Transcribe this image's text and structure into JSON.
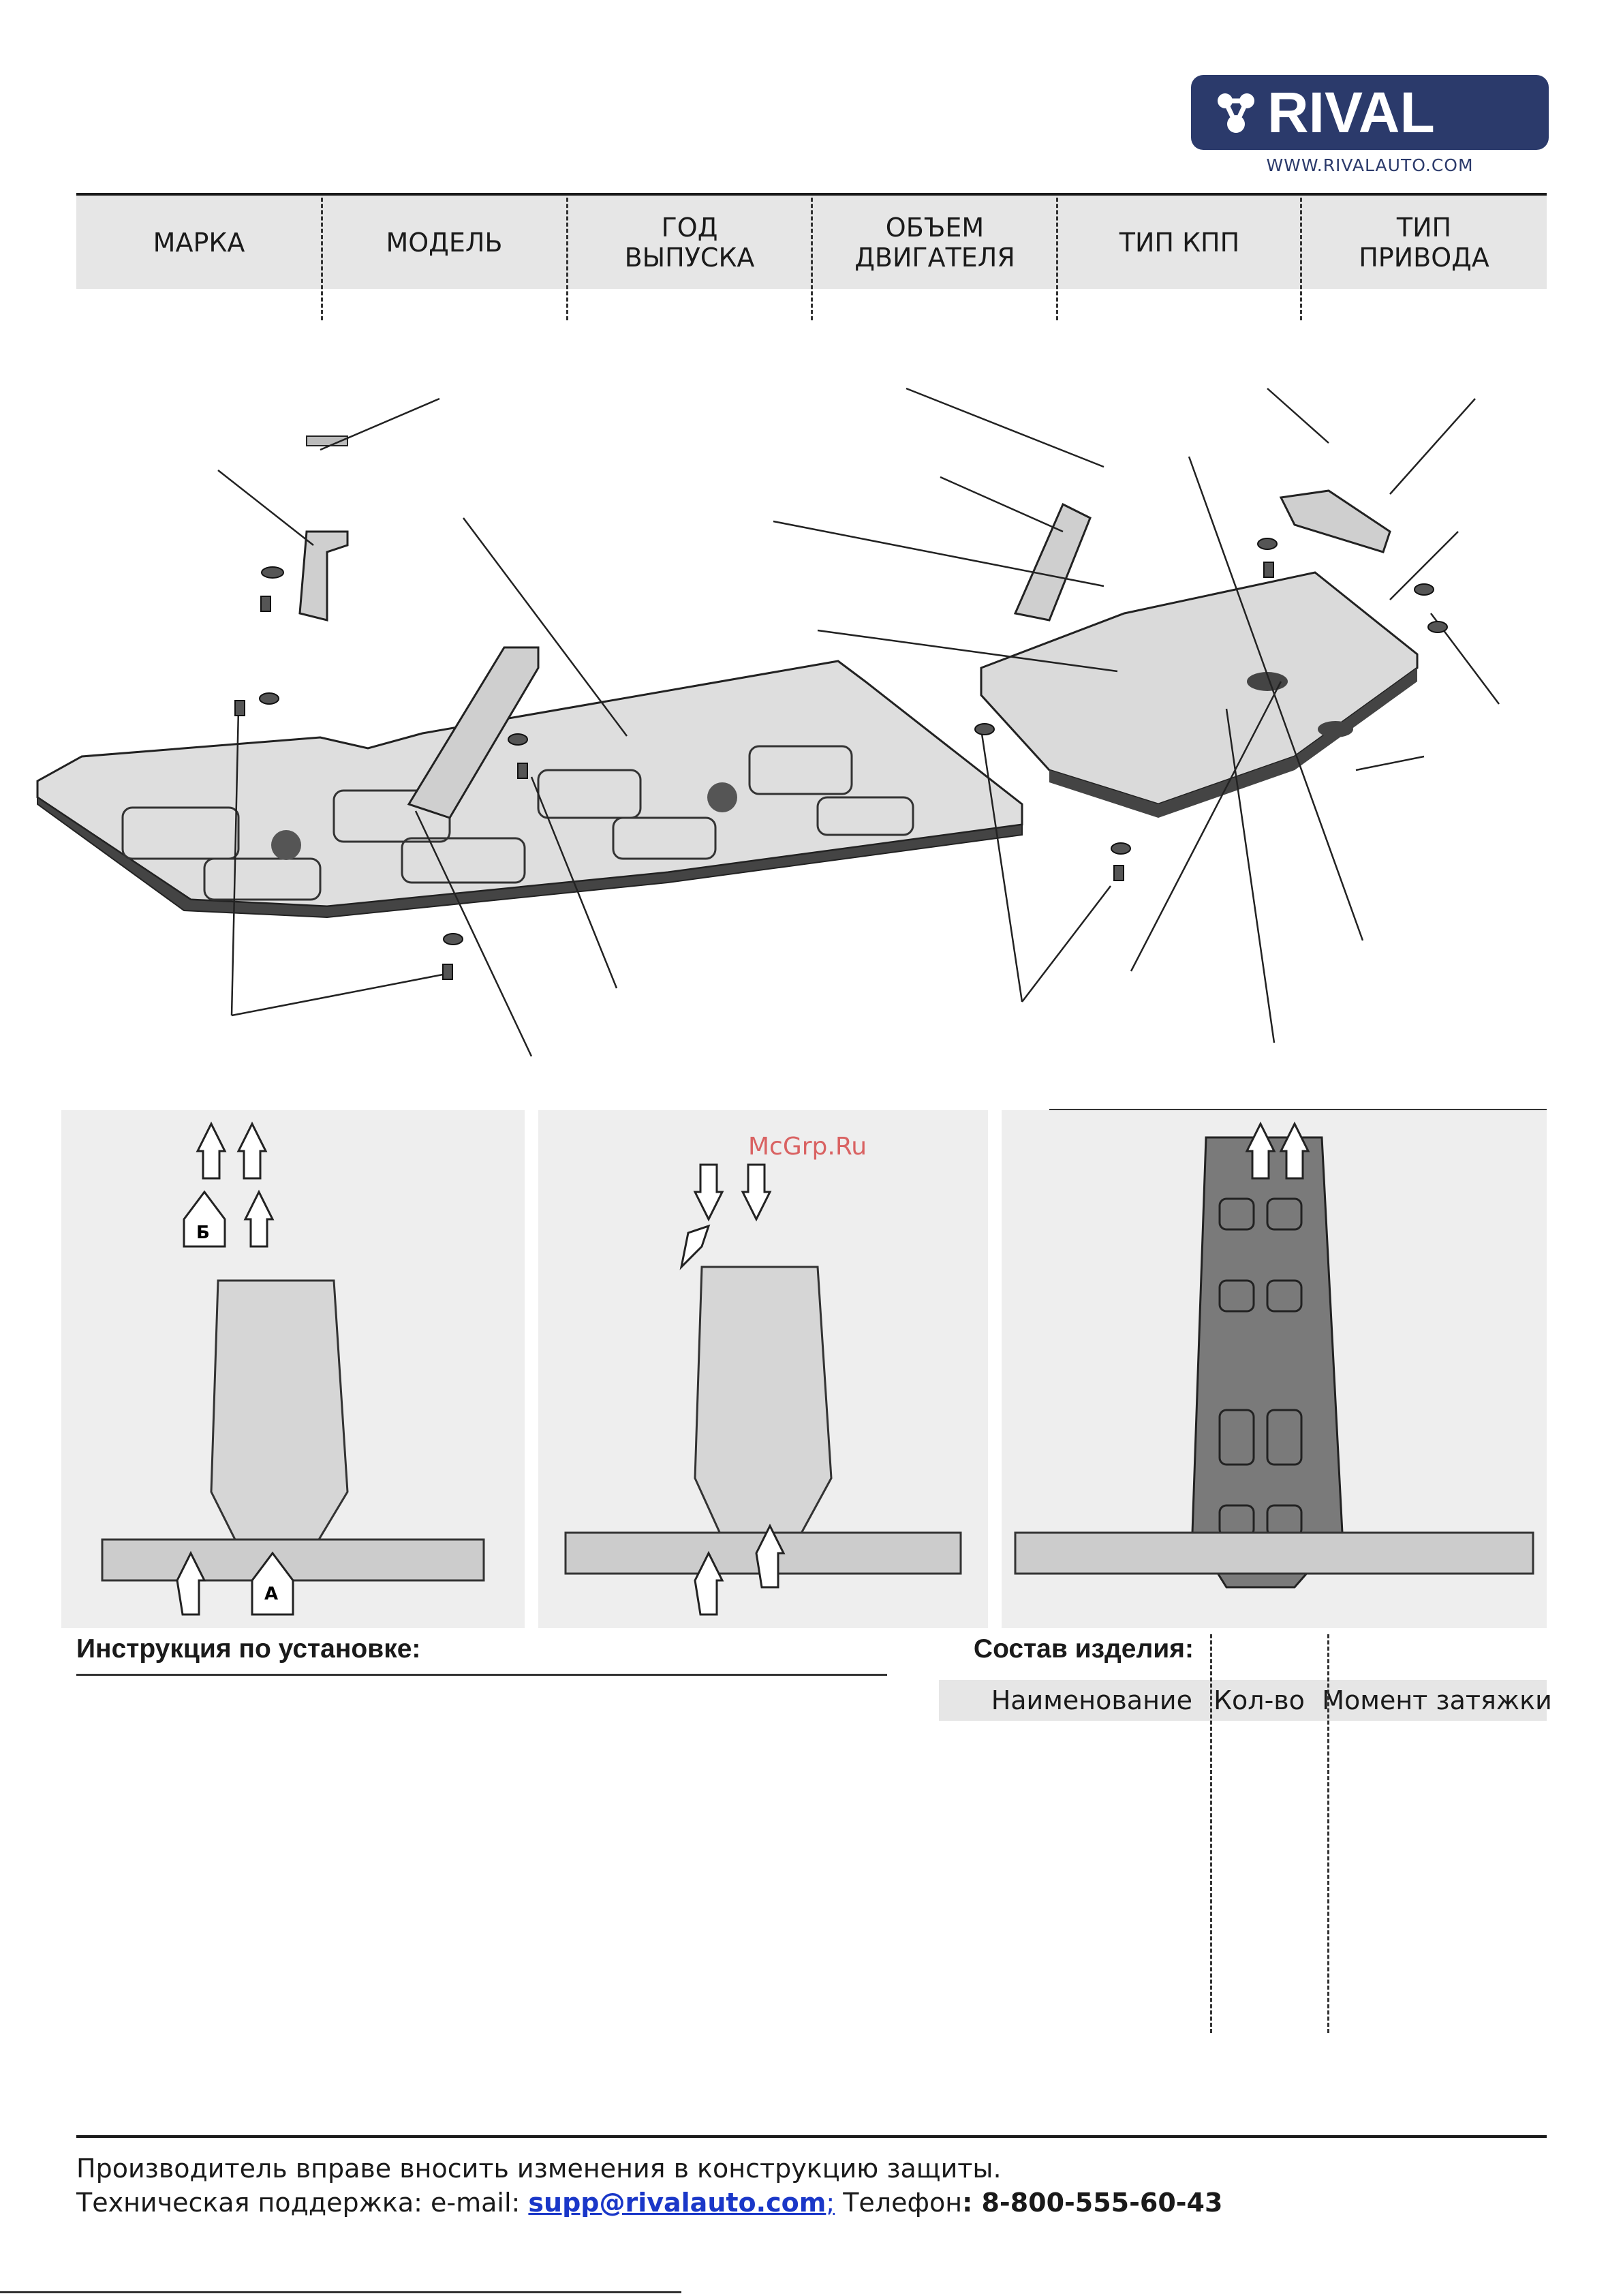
{
  "brand": {
    "logo_text": "RIVAL",
    "url": "WWW.RIVALAUTO.COM",
    "color": "#2b3a6b"
  },
  "spec_table": {
    "headers": [
      "МАРКА",
      "МОДЕЛЬ",
      "ГОД\nВЫПУСКА",
      "ОБЪЕМ\nДВИГАТЕЛЯ",
      "ТИП КПП",
      "ТИП\nПРИВОДА"
    ]
  },
  "photos": {
    "marker_b": "Б",
    "marker_a": "А"
  },
  "installation": {
    "heading": "Инструкция по установке:"
  },
  "composition": {
    "heading": "Состав изделия:",
    "columns": [
      "Наименование",
      "Кол-во",
      "Момент затяжки"
    ]
  },
  "footer": {
    "note": "Производитель вправе вносить изменения в конструкцию защиты.",
    "support_prefix": "Техническая поддержка:  e-mail: ",
    "email": "supp@rivalauto.com",
    "separator": ";",
    "phone_label": " Телефон",
    "phone": ": 8-800-555-60-43"
  },
  "watermark": "McGrp.Ru"
}
